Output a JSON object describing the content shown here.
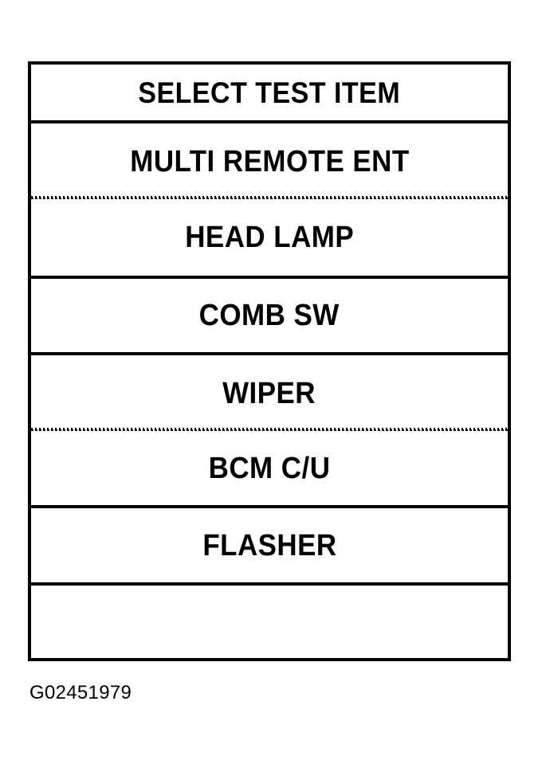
{
  "page": {
    "background_color": "#ffffff",
    "ink_color": "#000000"
  },
  "menu": {
    "header": {
      "label": "SELECT TEST ITEM"
    },
    "items": [
      {
        "label": "MULTI REMOTE ENT",
        "separator_below": "dotted"
      },
      {
        "label": "HEAD LAMP",
        "separator_below": "solid"
      },
      {
        "label": "COMB SW",
        "separator_below": "solid"
      },
      {
        "label": "WIPER",
        "separator_below": "dotted"
      },
      {
        "label": "BCM C/U",
        "separator_below": "solid"
      },
      {
        "label": "FLASHER",
        "separator_below": "solid"
      },
      {
        "label": "",
        "separator_below": "none"
      }
    ]
  },
  "caption": {
    "text": "G02451979"
  }
}
